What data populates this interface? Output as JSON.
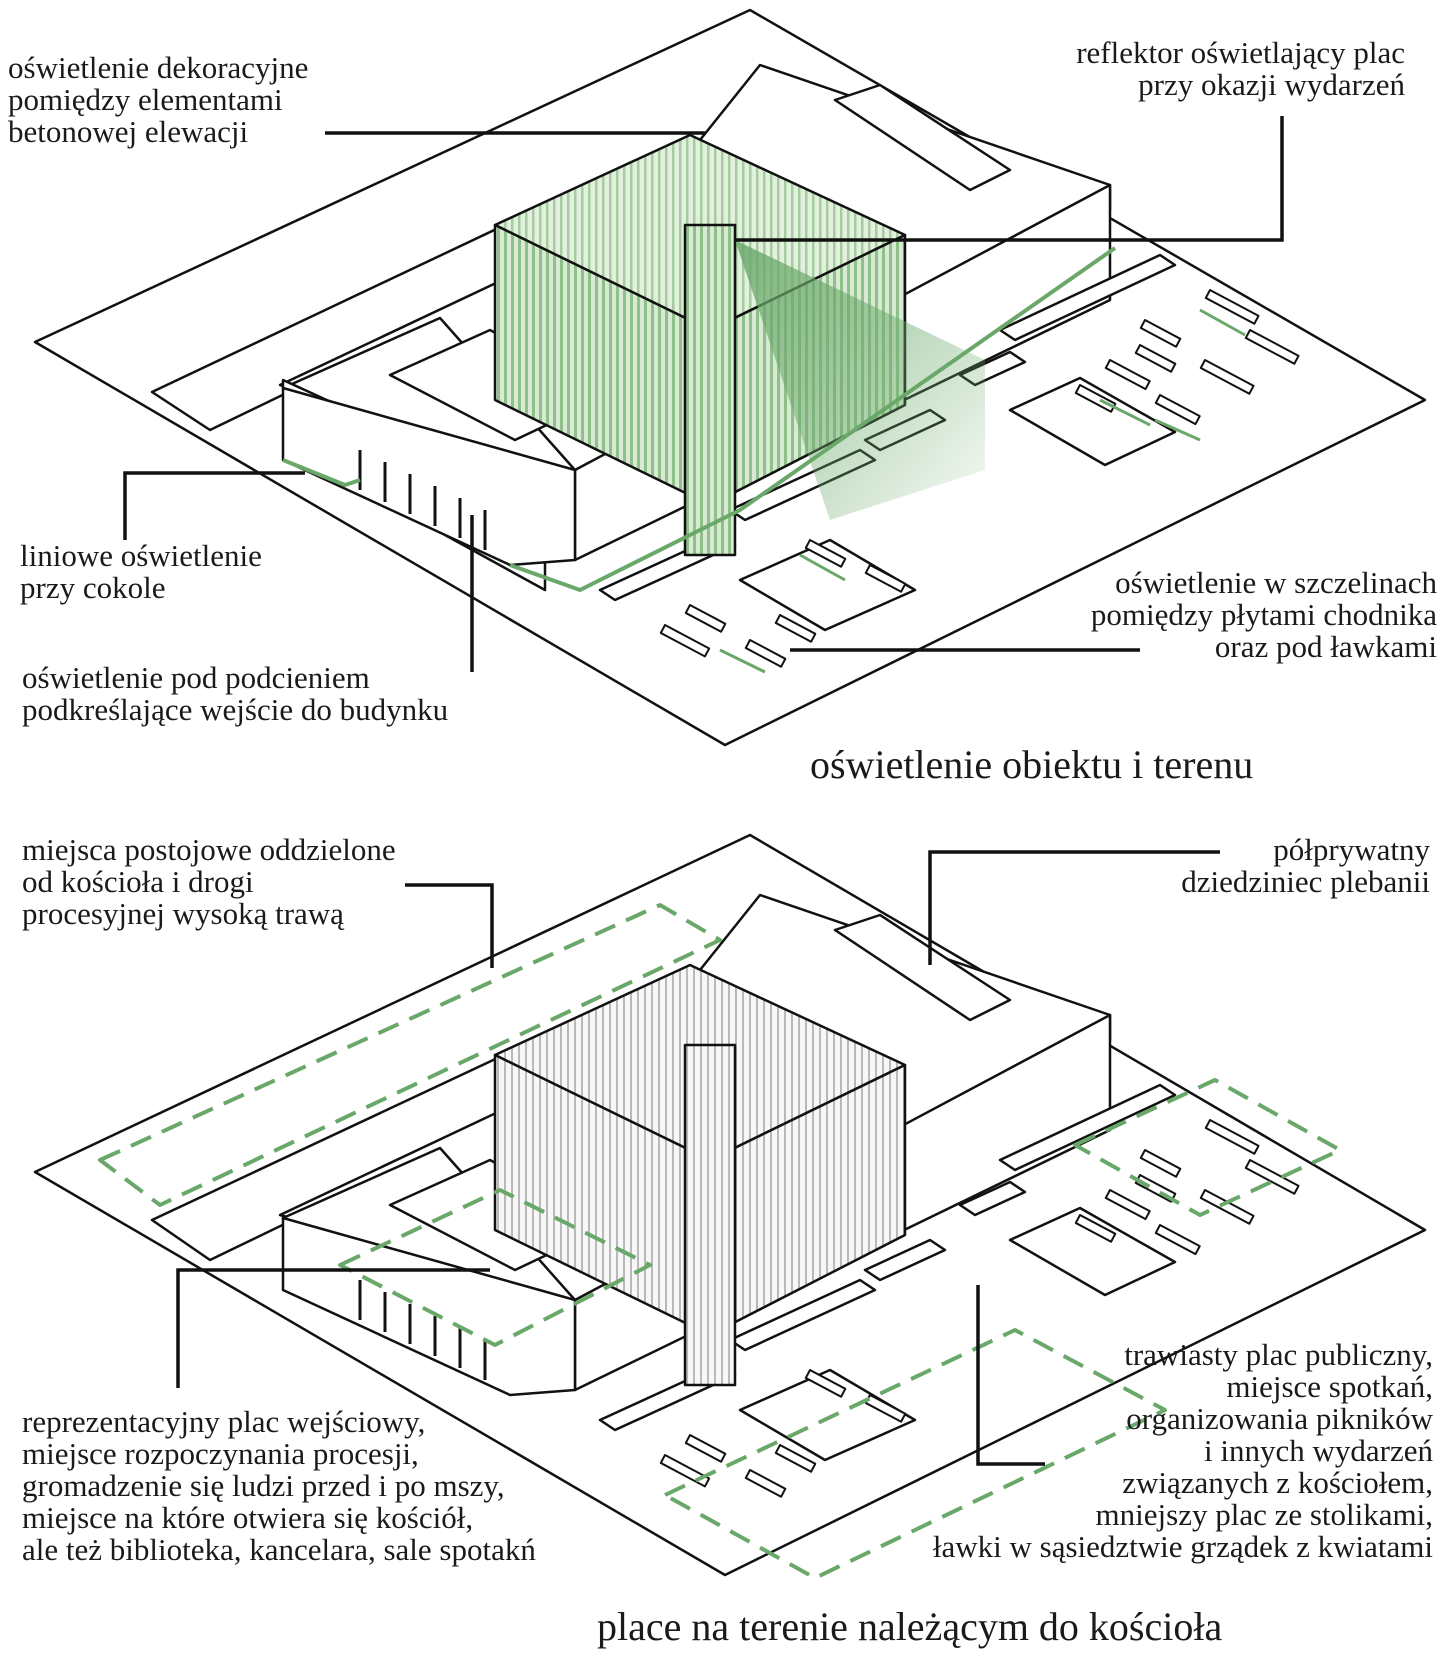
{
  "colors": {
    "accent_green": "#6aa86a",
    "light_green": "#a8cfa0",
    "line": "#111111"
  },
  "top_diagram": {
    "title": "oświetlenie obiektu i terenu",
    "labels": {
      "decorative": [
        "oświetlenie dekoracyjne",
        "pomiędzy elementami",
        "betonowej elewacji"
      ],
      "reflector": [
        "reflektor oświetlający plac",
        "przy okazji wydarzeń"
      ],
      "plinth": [
        "liniowe oświetlenie",
        "przy cokole"
      ],
      "pavement": [
        "oświetlenie w szczelinach",
        "pomiędzy płytami chodnika",
        "oraz pod ławkami"
      ],
      "arcade": [
        "oświetlenie pod podcieniem",
        "podkreślające wejście do budynku"
      ]
    }
  },
  "bottom_diagram": {
    "title": "place na terenie należącym do kościoła",
    "labels": {
      "parking": [
        "miejsca postojowe oddzielone",
        "od kościoła i drogi",
        "procesyjnej wysoką trawą"
      ],
      "courtyard": [
        "półprywatny",
        "dziedziniec plebanii"
      ],
      "entrance": [
        "reprezentacyjny plac wejściowy,",
        "miejsce rozpoczynania procesji,",
        "gromadzenie się ludzi przed i po mszy,",
        "miejsce na które otwiera się kościół,",
        "ale też biblioteka, kancelara, sale spotakń"
      ],
      "green_square": [
        "trawiasty plac publiczny,",
        "miejsce spotkań,",
        "organizowania pikników",
        "i innych wydarzeń",
        "związanych z kościołem,",
        "mniejszy plac ze stolikami,",
        "ławki w sąsiedztwie grządek z kwiatami"
      ]
    }
  }
}
